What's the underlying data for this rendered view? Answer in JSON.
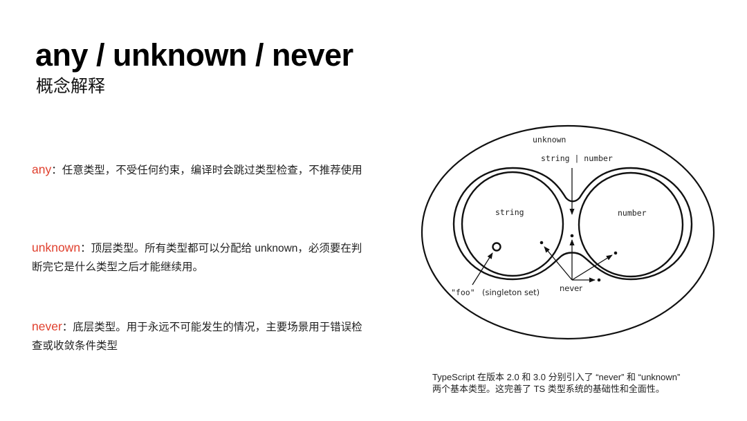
{
  "slide": {
    "title": "any / unknown / never",
    "subtitle": "概念解释"
  },
  "terms": [
    {
      "keyword": "any",
      "separator": "：",
      "description": "任意类型，不受任何约束，编译时会跳过类型检查，不推荐使用"
    },
    {
      "keyword": "unknown",
      "separator": "：",
      "description": "顶层类型。所有类型都可以分配给 unknown，必须要在判断完它是什么类型之后才能继续用。"
    },
    {
      "keyword": "never",
      "separator": "：",
      "description": "底层类型。用于永远不可能发生的情况，主要场景用于错误检查或收敛条件类型"
    }
  ],
  "diagram": {
    "labels": {
      "outer": "unknown",
      "union": "string | number",
      "left_set": "string",
      "right_set": "number",
      "singleton": "\"foo\"",
      "singleton_note": "(singleton set)",
      "bottom": "never"
    }
  },
  "caption": {
    "line1": "TypeScript 在版本 2.0 和 3.0 分别引入了 “never” 和 “unknown”",
    "line2": "两个基本类型。这完善了 TS 类型系统的基础性和全面性。"
  },
  "colors": {
    "accent": "#e0402e",
    "text": "#222222",
    "background": "#ffffff"
  }
}
